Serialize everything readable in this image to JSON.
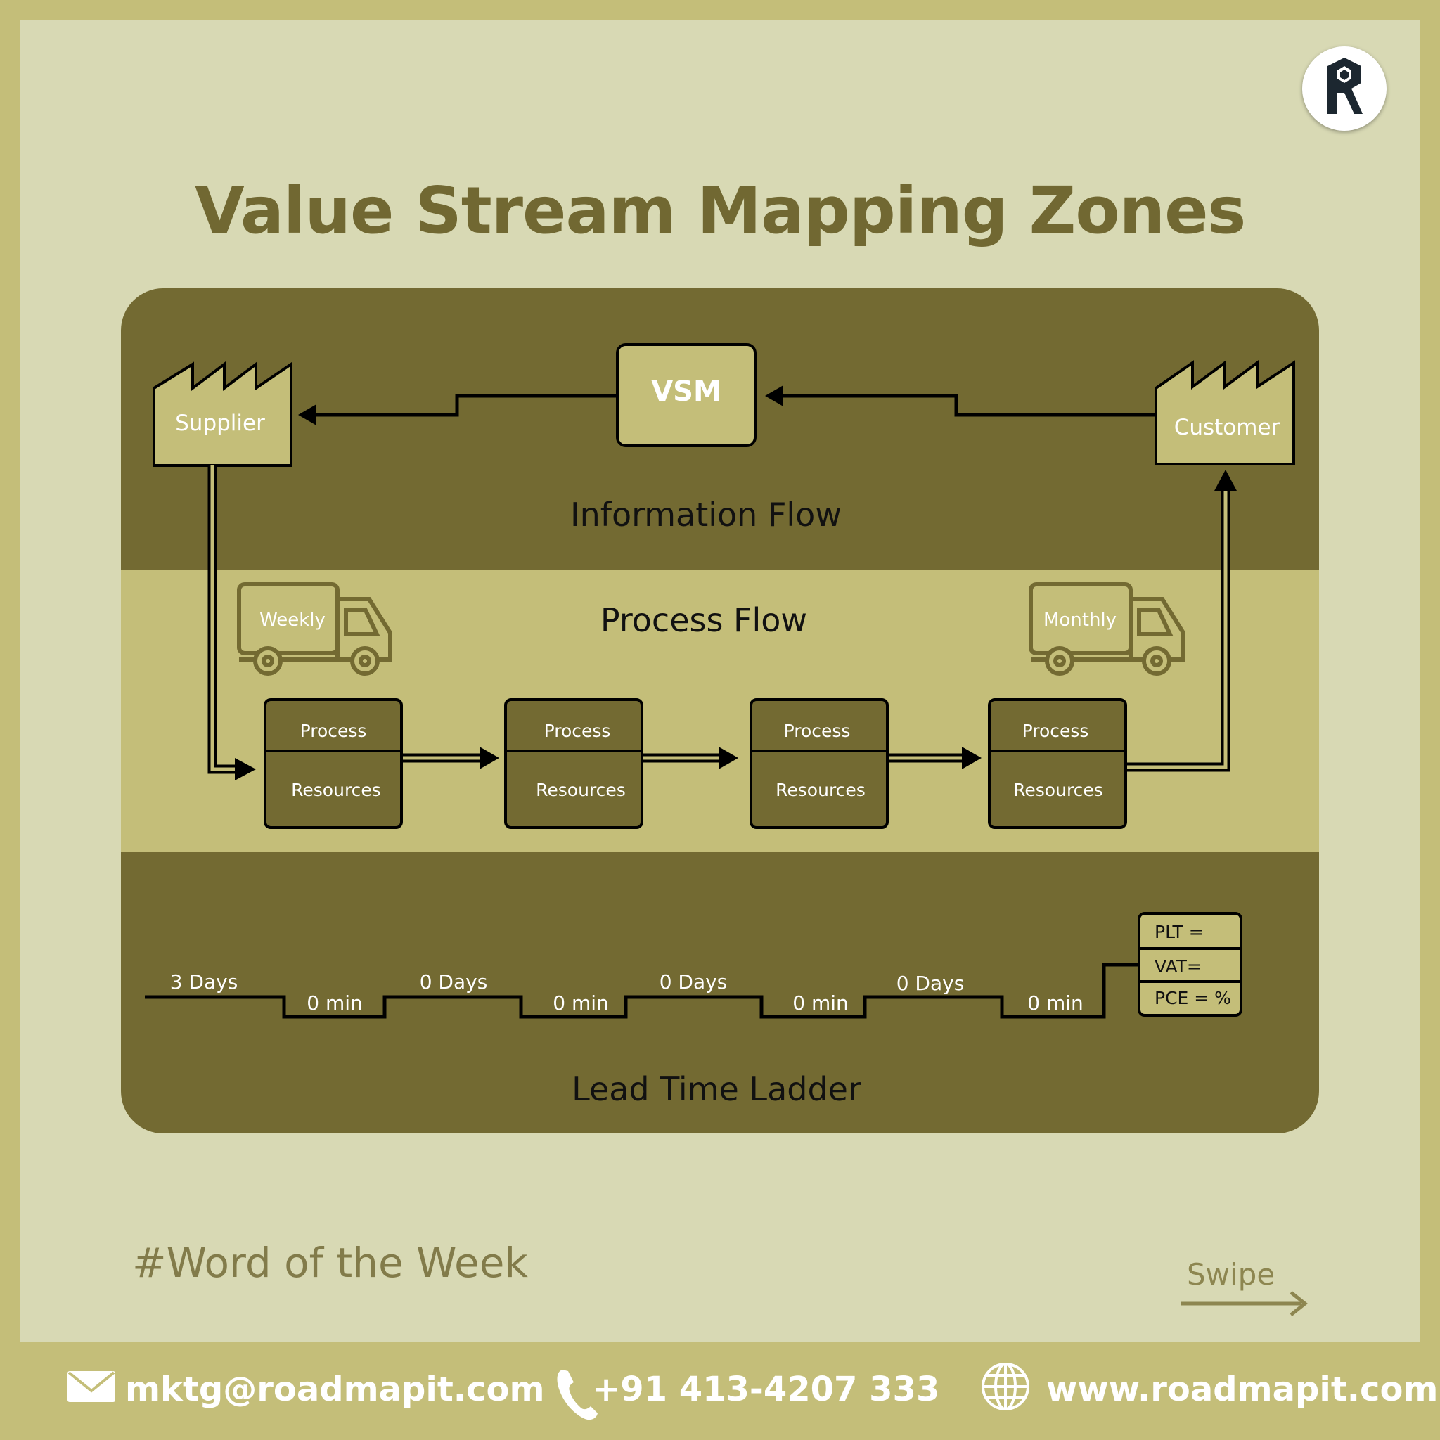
{
  "title": "Value Stream Mapping Zones",
  "zones": {
    "information": "Information Flow",
    "process": "Process Flow",
    "leadtime": "Lead Time Ladder"
  },
  "nodes": {
    "supplier": "Supplier",
    "customer": "Customer",
    "vsm": "VSM",
    "truck_left": "Weekly",
    "truck_right": "Monthly"
  },
  "processes": [
    {
      "top": "Process",
      "bottom": "Resources"
    },
    {
      "top": "Process",
      "bottom": "Resources"
    },
    {
      "top": "Process",
      "bottom": "Resources"
    },
    {
      "top": "Process",
      "bottom": "Resources"
    }
  ],
  "ladder": {
    "days": [
      "3 Days",
      "0 Days",
      "0 Days",
      "0 Days"
    ],
    "mins": [
      "0 min",
      "0 min",
      "0 min",
      "0 min"
    ]
  },
  "summary": [
    "PLT =",
    "VAT=",
    "PCE = %"
  ],
  "hashtag": "#Word of the Week",
  "swipe": "Swipe",
  "footer": {
    "email": "mktg@roadmapit.com",
    "phone": "+91 413-4207 333",
    "website": "www.roadmapit.com"
  },
  "colors": {
    "background": "#c4be79",
    "panel": "#d8d9b4",
    "dark_band": "#736a32",
    "light_band": "#c4be79",
    "title": "#716832"
  },
  "icons": [
    "factory-icon",
    "truck-icon",
    "mail-icon",
    "phone-icon",
    "globe-icon",
    "logo-icon",
    "arrow-right-icon"
  ]
}
